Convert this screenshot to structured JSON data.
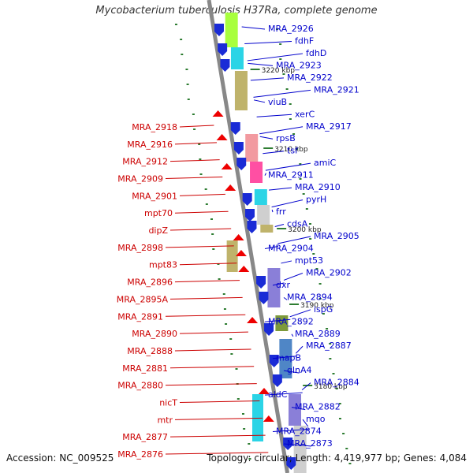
{
  "title": "Mycobacterium tuberculosis H37Ra, complete genome",
  "footer": {
    "accession": "Accession: NC_009525",
    "topology": "Topology: circular; Length: 4,419,977 bp; Genes: 4,084"
  },
  "colors": {
    "forward_label": "#0000cc",
    "reverse_label": "#cc0000",
    "backbone": "#888888",
    "tick": "#2e7d32"
  },
  "scale_labels": [
    "3220 kbp",
    "3210 kbp",
    "3200 kbp",
    "3190 kbp",
    "3180 kbp"
  ],
  "forward_genes": [
    "MRA_2926",
    "fdhF",
    "fdhD",
    "MRA_2923",
    "MRA_2922",
    "MRA_2921",
    "viuB",
    "xerC",
    "MRA_2917",
    "rpsB",
    "tsf",
    "amiC",
    "MRA_2911",
    "MRA_2910",
    "pyrH",
    "frr",
    "cdsA",
    "MRA_2905",
    "MRA_2904",
    "mpt53",
    "MRA_2902",
    "dxr",
    "MRA_2894",
    "ispG",
    "MRA_2892",
    "MRA_2889",
    "MRA_2887",
    "mapB",
    "glnA4",
    "MRA_2884",
    "aldC",
    "MRA_2882",
    "mqo",
    "MRA_2874",
    "MRA_2873"
  ],
  "reverse_genes": [
    "MRA_2918",
    "MRA_2916",
    "MRA_2912",
    "MRA_2909",
    "MRA_2901",
    "mpt70",
    "dipZ",
    "MRA_2898",
    "mpt83",
    "MRA_2896",
    "MRA_2895A",
    "MRA_2891",
    "MRA_2890",
    "MRA_2888",
    "MRA_2881",
    "MRA_2880",
    "nicT",
    "mtr",
    "MRA_2877",
    "MRA_2876"
  ]
}
